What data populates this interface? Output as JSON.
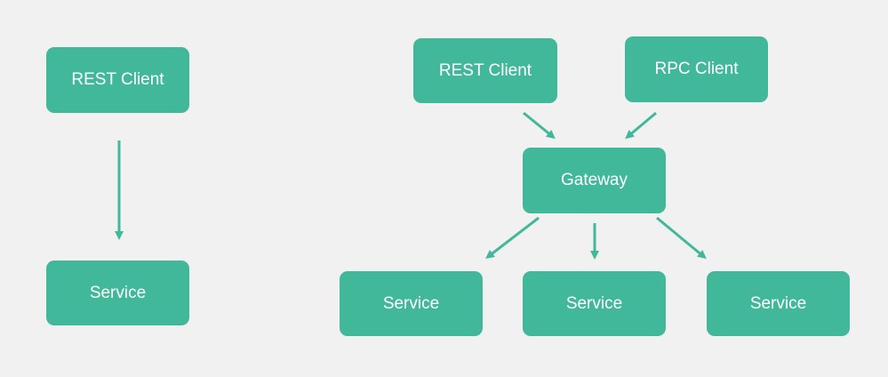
{
  "diagram": {
    "colors": {
      "background": "#f1f1f1",
      "node_fill": "#41b89a",
      "node_text": "#ffffff",
      "arrow": "#41b89a"
    },
    "left": {
      "client": {
        "label": "REST Client"
      },
      "service": {
        "label": "Service"
      }
    },
    "right": {
      "rest_client": {
        "label": "REST Client"
      },
      "rpc_client": {
        "label": "RPC Client"
      },
      "gateway": {
        "label": "Gateway"
      },
      "services": [
        {
          "label": "Service"
        },
        {
          "label": "Service"
        },
        {
          "label": "Service"
        }
      ]
    },
    "edges": [
      {
        "from": "left.client",
        "to": "left.service"
      },
      {
        "from": "right.rest_client",
        "to": "right.gateway"
      },
      {
        "from": "right.rpc_client",
        "to": "right.gateway"
      },
      {
        "from": "right.gateway",
        "to": "right.services.0"
      },
      {
        "from": "right.gateway",
        "to": "right.services.1"
      },
      {
        "from": "right.gateway",
        "to": "right.services.2"
      }
    ]
  }
}
